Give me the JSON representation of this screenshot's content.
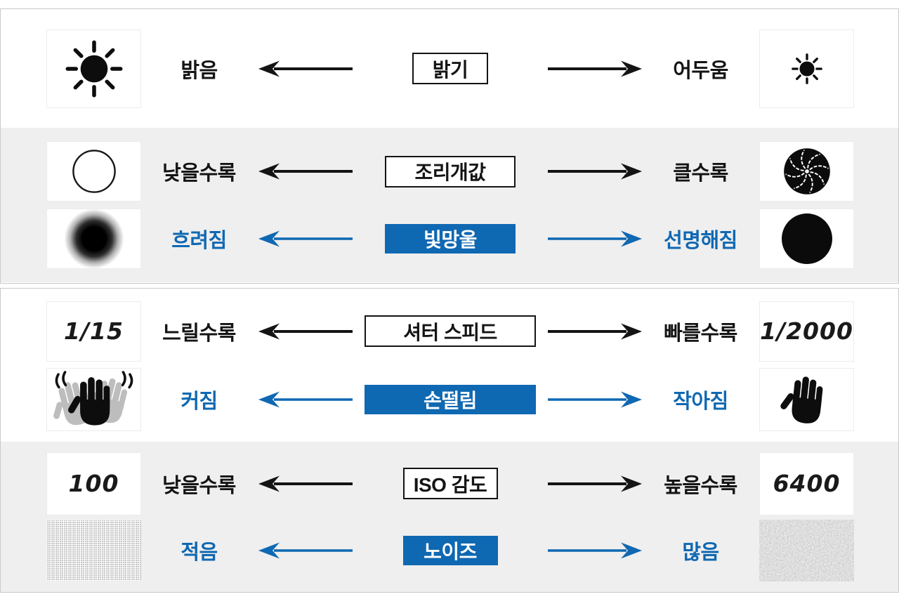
{
  "colors": {
    "accent_blue": "#0f68b2",
    "section_gray": "#efefef",
    "ink": "#141414"
  },
  "rows": [
    {
      "name": "brightness",
      "lines": [
        {
          "left_icon": "sun-large-icon",
          "left_label": "밝음",
          "center_label": "밝기",
          "right_label": "어두움",
          "right_icon": "sun-small-icon",
          "tone": "black"
        }
      ]
    },
    {
      "name": "aperture",
      "lines": [
        {
          "left_icon": "open-circle-icon",
          "left_label": "낮을수록",
          "center_label": "조리개값",
          "right_label": "클수록",
          "right_icon": "aperture-blades-icon",
          "tone": "black"
        },
        {
          "left_icon": "blurred-dot-icon",
          "left_label": "흐려짐",
          "center_label": "빛망울",
          "right_label": "선명해짐",
          "right_icon": "solid-dot-icon",
          "tone": "blue"
        }
      ]
    },
    {
      "name": "shutter_speed",
      "lines": [
        {
          "left_value": "1/15",
          "left_label": "느릴수록",
          "center_label": "셔터 스피드",
          "right_label": "빠를수록",
          "right_value": "1/2000",
          "tone": "black"
        },
        {
          "left_icon": "shaking-hand-icon",
          "left_label": "커짐",
          "center_label": "손떨림",
          "right_label": "작아짐",
          "right_icon": "steady-hand-icon",
          "tone": "blue"
        }
      ]
    },
    {
      "name": "iso",
      "lines": [
        {
          "left_value": "100",
          "left_label": "낮을수록",
          "center_label": "ISO 감도",
          "right_label": "높을수록",
          "right_value": "6400",
          "tone": "black"
        },
        {
          "left_icon": "fine-noise-texture",
          "left_label": "적음",
          "center_label": "노이즈",
          "right_label": "많음",
          "right_icon": "coarse-noise-texture",
          "tone": "blue"
        }
      ]
    }
  ]
}
